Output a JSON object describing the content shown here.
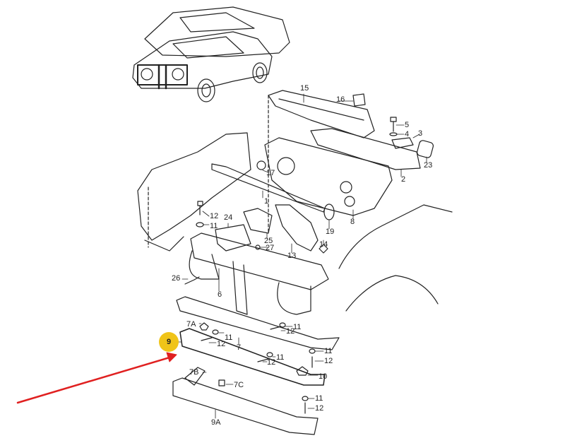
{
  "diagram": {
    "highlight_color": "#f0c419",
    "arrow_color": "#e02020",
    "highlighted_part": "9",
    "labels": {
      "p15": "15",
      "p16": "16",
      "p5": "5",
      "p4": "4",
      "p3": "3",
      "p23": "23",
      "p2": "2",
      "p17": "17",
      "p1": "1",
      "p12a": "12",
      "p11a": "11",
      "p24": "24",
      "p25": "25",
      "p27": "27",
      "p19": "19",
      "p8": "8",
      "p13": "13",
      "p14": "14",
      "p26": "26",
      "p6": "6",
      "p7A": "7A",
      "p11b": "11",
      "p12b": "12",
      "p7": "7",
      "p11c": "11",
      "p12c": "12",
      "p11d": "11",
      "p12d": "12",
      "p11e": "11",
      "p12e": "12",
      "p10": "10",
      "p7B": "7B",
      "p7C": "7C",
      "p11f": "11",
      "p12f": "12",
      "p9A": "9A"
    }
  }
}
